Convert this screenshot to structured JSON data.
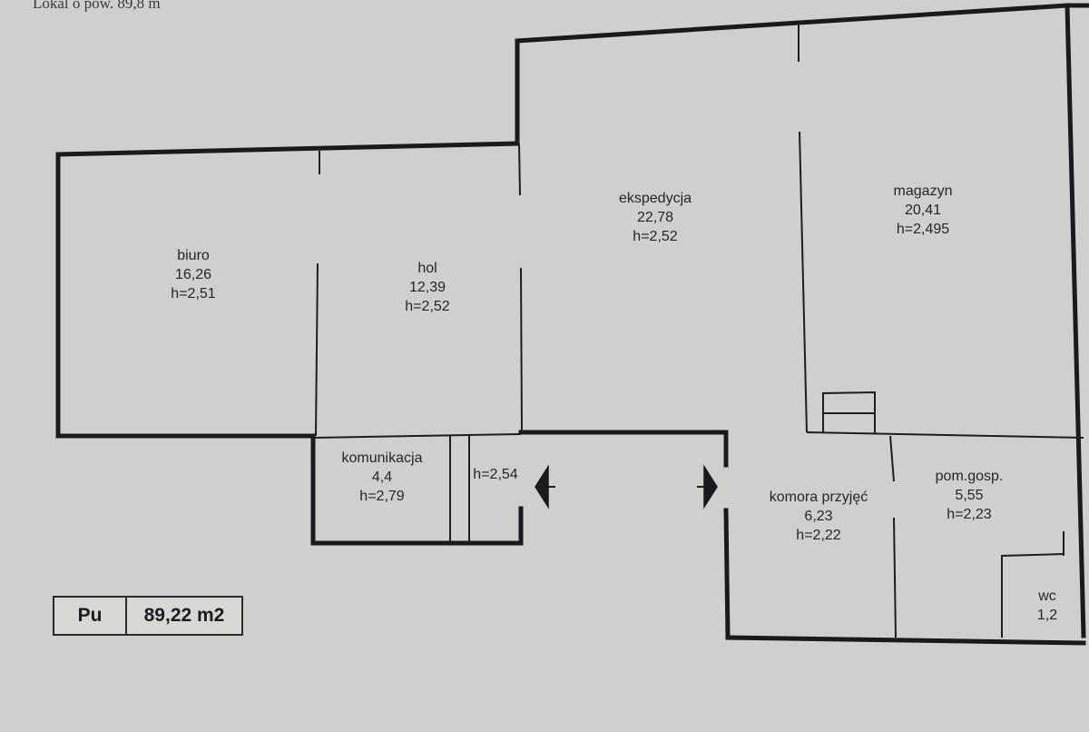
{
  "header": {
    "text": "Lokal o pow. 89,8 m"
  },
  "summary": {
    "label": "Pu",
    "value": "89,22 m2"
  },
  "rooms": {
    "biuro": {
      "name": "biuro",
      "area": "16,26",
      "height": "h=2,51"
    },
    "hol": {
      "name": "hol",
      "area": "12,39",
      "height": "h=2,52"
    },
    "ekspedycja": {
      "name": "ekspedycja",
      "area": "22,78",
      "height": "h=2,52"
    },
    "magazyn": {
      "name": "magazyn",
      "area": "20,41",
      "height": "h=2,495"
    },
    "komunikacja": {
      "name": "komunikacja",
      "area": "4,4",
      "height": "h=2,79"
    },
    "korytarz": {
      "height": "h=2,54"
    },
    "komora": {
      "name": "komora przyjęć",
      "area": "6,23",
      "height": "h=2,22"
    },
    "pom_gosp": {
      "name": "pom.gosp.",
      "area": "5,55",
      "height": "h=2,23"
    },
    "wc": {
      "name": "wc",
      "area": "1,2"
    }
  },
  "colors": {
    "paper": "#cdd0cc",
    "ink": "#1a1a1d"
  }
}
